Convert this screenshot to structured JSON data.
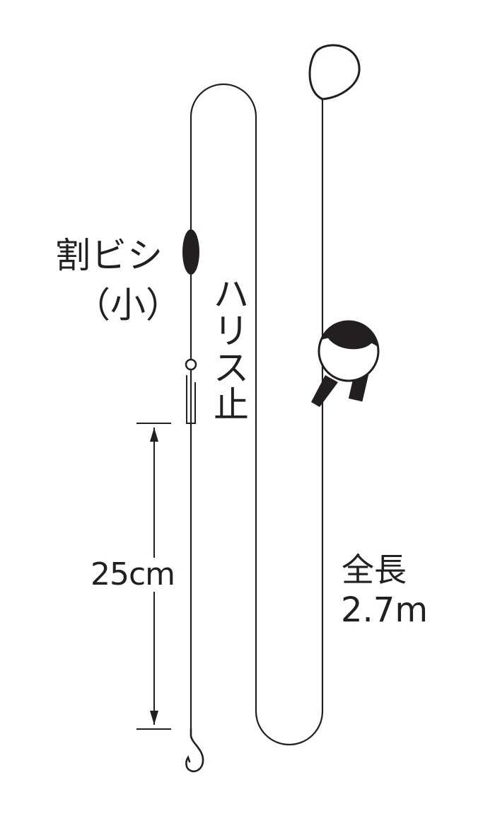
{
  "labels": {
    "sinker_name": "割ビシ",
    "sinker_size": "（小）",
    "leader_stopper": "ハリス止",
    "total_length_title": "全長",
    "total_length_value": "2.7m",
    "leader_length": "25cm"
  },
  "colors": {
    "line": "#231f20",
    "background": "#ffffff"
  }
}
